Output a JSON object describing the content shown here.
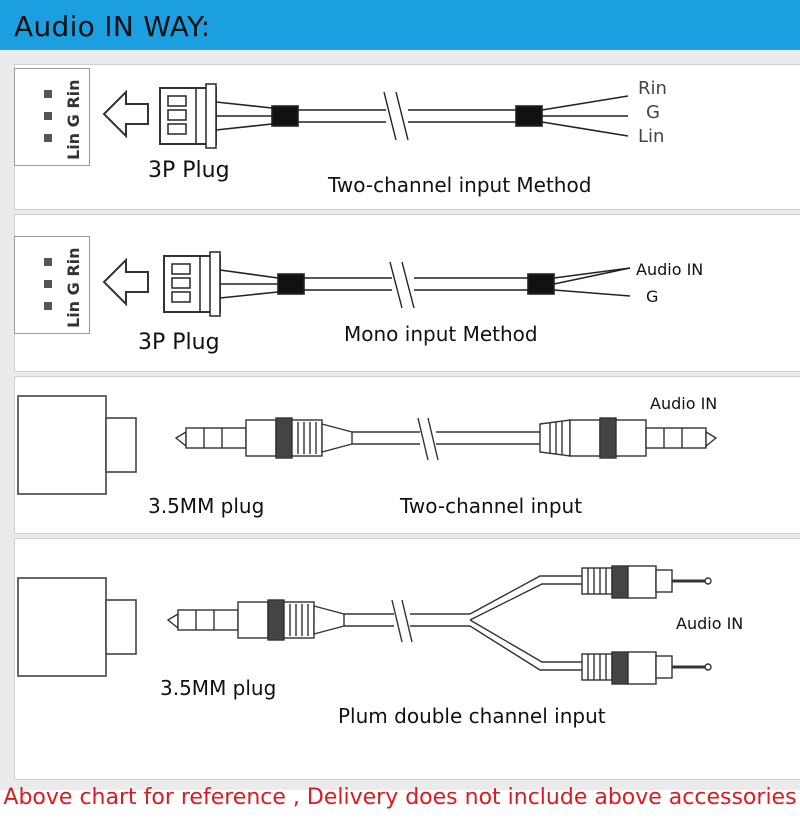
{
  "header": {
    "title": "Audio IN WAY:"
  },
  "section1": {
    "port_label": "Lin G Rin",
    "plug_label": "3P Plug",
    "method_label": "Two-channel input Method",
    "wire_labels": [
      "Rin",
      "G",
      "Lin"
    ]
  },
  "section2": {
    "port_label": "Lin G Rin",
    "plug_label": "3P Plug",
    "method_label": "Mono input Method",
    "wire_labels": [
      "Audio IN",
      "G"
    ]
  },
  "section3": {
    "plug_label": "3.5MM plug",
    "method_label": "Two-channel input",
    "audio_label": "Audio IN"
  },
  "section4": {
    "plug_label": "3.5MM plug",
    "method_label": "Plum double channel input",
    "audio_label": "Audio IN"
  },
  "footer": {
    "note": "Above chart for reference , Delivery does not include above accessories"
  },
  "colors": {
    "header": "#1c9fe0",
    "note": "#e0191e",
    "band": "#ebebeb"
  }
}
